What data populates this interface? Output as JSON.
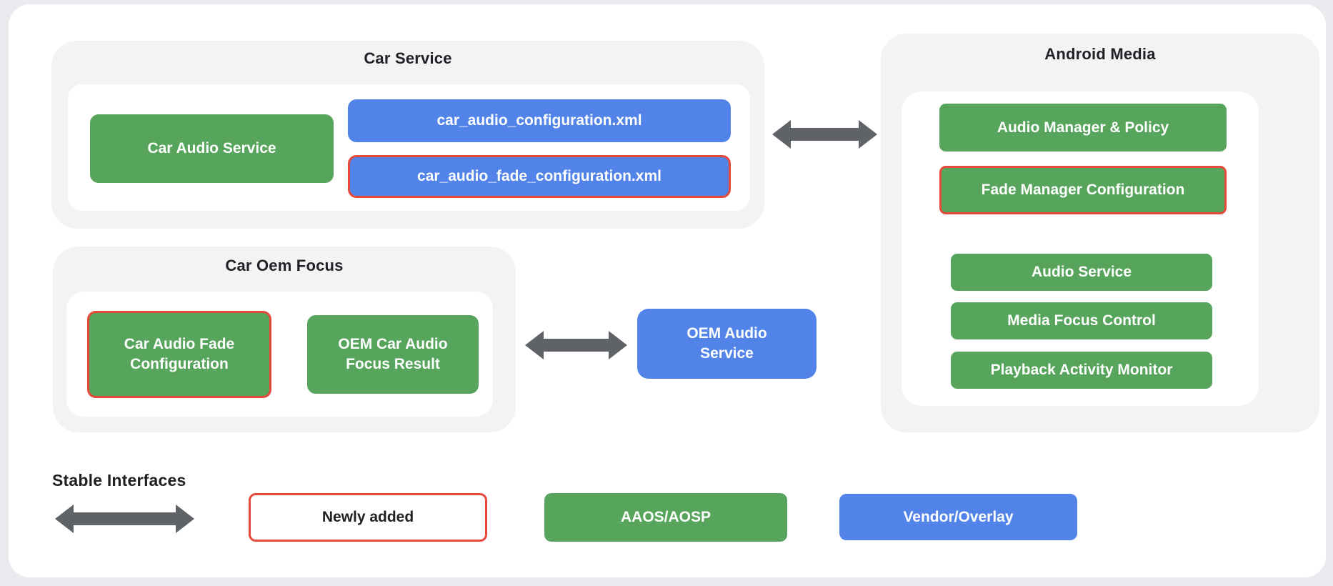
{
  "colors": {
    "green": "#57a55c",
    "blue": "#5183e8",
    "red": "#e5493a",
    "arrow": "#5f6368",
    "group_bg": "#f1f3f4",
    "card_bg": "#ffffff",
    "page_bg": "#e9ebee",
    "title_text": "#202124"
  },
  "groups": {
    "car_service": {
      "title": "Car Service",
      "items": {
        "car_audio_service": "Car Audio Service",
        "config_xml": "car_audio_configuration.xml",
        "fade_config_xml": "car_audio_fade_configuration.xml"
      }
    },
    "car_oem_focus": {
      "title": "Car Oem Focus",
      "items": {
        "car_audio_fade_configuration": "Car Audio Fade Configuration",
        "oem_car_audio_focus_result": "OEM Car Audio Focus Result"
      }
    },
    "android_media": {
      "title": "Android Media",
      "items": {
        "audio_manager_policy": "Audio Manager & Policy",
        "fade_manager_configuration": "Fade Manager Configuration",
        "audio_service": "Audio Service",
        "media_focus_control": "Media Focus Control",
        "playback_activity_monitor": "Playback Activity Monitor"
      }
    }
  },
  "standalone": {
    "oem_audio_service": "OEM Audio Service"
  },
  "legend": {
    "stable_interfaces": "Stable Interfaces",
    "newly_added": "Newly added",
    "aaos_aosp": "AAOS/AOSP",
    "vendor_overlay": "Vendor/Overlay"
  }
}
